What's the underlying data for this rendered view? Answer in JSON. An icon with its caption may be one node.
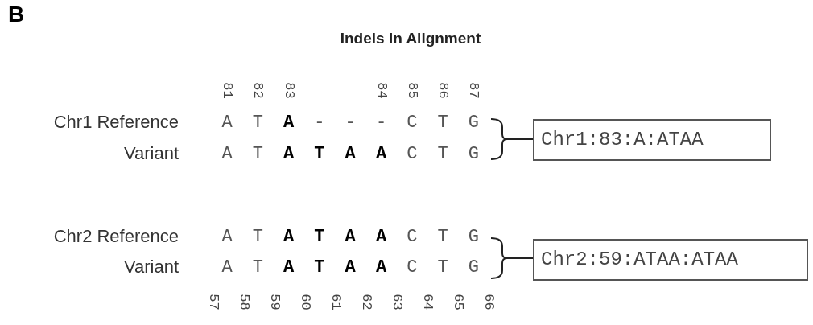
{
  "diagram": {
    "title": "Indels in Alignment",
    "nodes": [
      {
        "text": [
          "Chr1:83:A:ATAA"
        ]
      },
      {
        "text": [
          "Chr2:59:ATAA:ATAA"
        ]
      }
    ],
    "labels": [
      "B",
      "81",
      "82",
      "83",
      "84",
      "85",
      "86",
      "87",
      "Chr1 Reference",
      "A",
      "T",
      "A",
      "-",
      "-",
      "-",
      "C",
      "T",
      "G",
      "Variant",
      "A",
      "T",
      "A",
      "T",
      "A",
      "A",
      "C",
      "T",
      "G",
      "Chr2 Reference",
      "A",
      "T",
      "A",
      "T",
      "A",
      "A",
      "C",
      "T",
      "G",
      "Variant",
      "A",
      "T",
      "A",
      "T",
      "A",
      "A",
      "C",
      "T",
      "G",
      "57",
      "58",
      "59",
      "60",
      "61",
      "62",
      "63",
      "64",
      "65",
      "66"
    ]
  }
}
